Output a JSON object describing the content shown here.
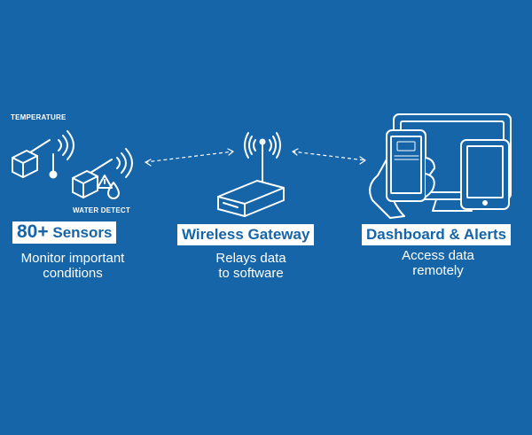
{
  "sensors": {
    "temperature_label": "TEMPERATURE",
    "water_label": "WATER DETECT",
    "count": "80+",
    "title": "Sensors",
    "desc_line1": "Monitor important",
    "desc_line2": "conditions"
  },
  "gateway": {
    "title": "Wireless Gateway",
    "desc_line1": "Relays data",
    "desc_line2": "to software"
  },
  "dashboard": {
    "title": "Dashboard & Alerts",
    "desc_line1": "Access data",
    "desc_line2": "remotely"
  },
  "colors": {
    "background": "#1565a8",
    "foreground": "#ffffff"
  },
  "icons": [
    "temperature-sensor-icon",
    "water-sensor-icon",
    "wifi-signal-icon",
    "router-icon",
    "monitor-icon",
    "tablet-icon",
    "phone-icon",
    "dashed-arrow-icon"
  ]
}
